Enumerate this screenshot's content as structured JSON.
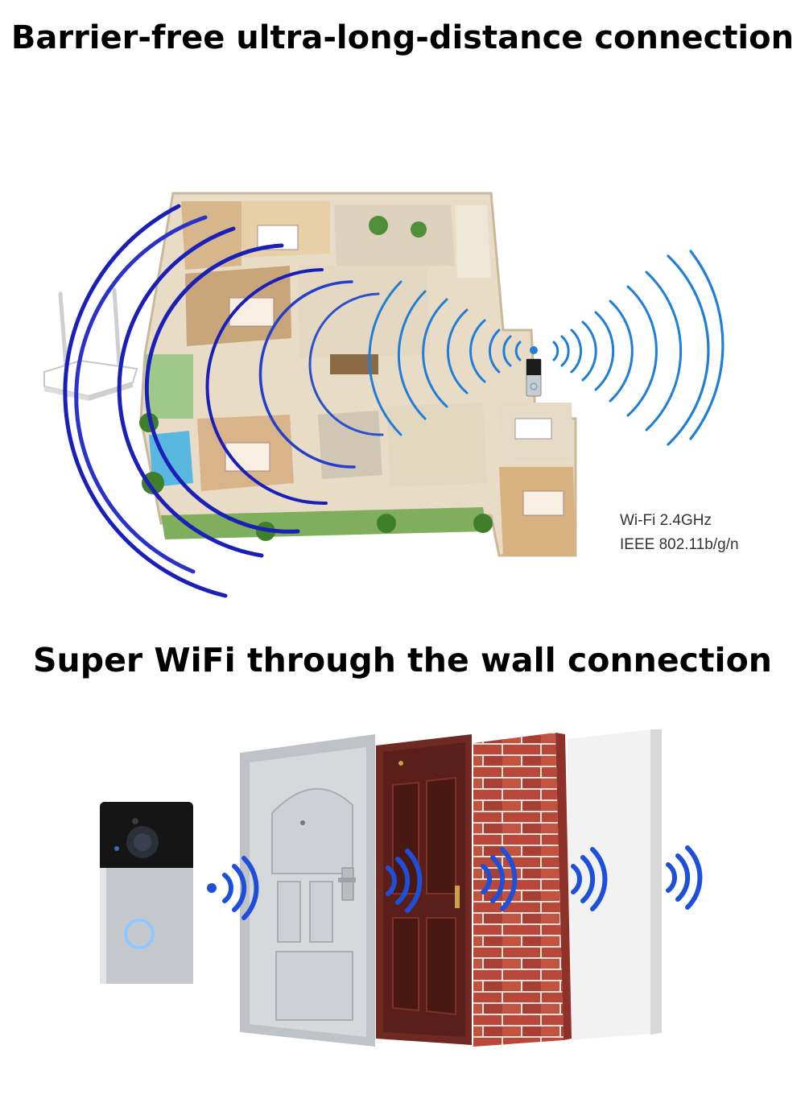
{
  "headings": {
    "top": "Barrier-free ultra-long-distance connection",
    "bottom": "Super WiFi through the wall connection"
  },
  "specs": {
    "line1": "Wi-Fi 2.4GHz",
    "line2": "IEEE 802.11b/g/n"
  },
  "colors": {
    "router_wave": "#1a1fb8",
    "doorbell_wave": "#1f7fd6",
    "brick": "#b9473a",
    "wood_door": "#5a1f1a",
    "steel_door": "#d6d9dc"
  },
  "icons": {
    "router": "wifi-router-icon",
    "doorbell": "video-doorbell-icon",
    "signal": "wifi-signal-icon"
  }
}
